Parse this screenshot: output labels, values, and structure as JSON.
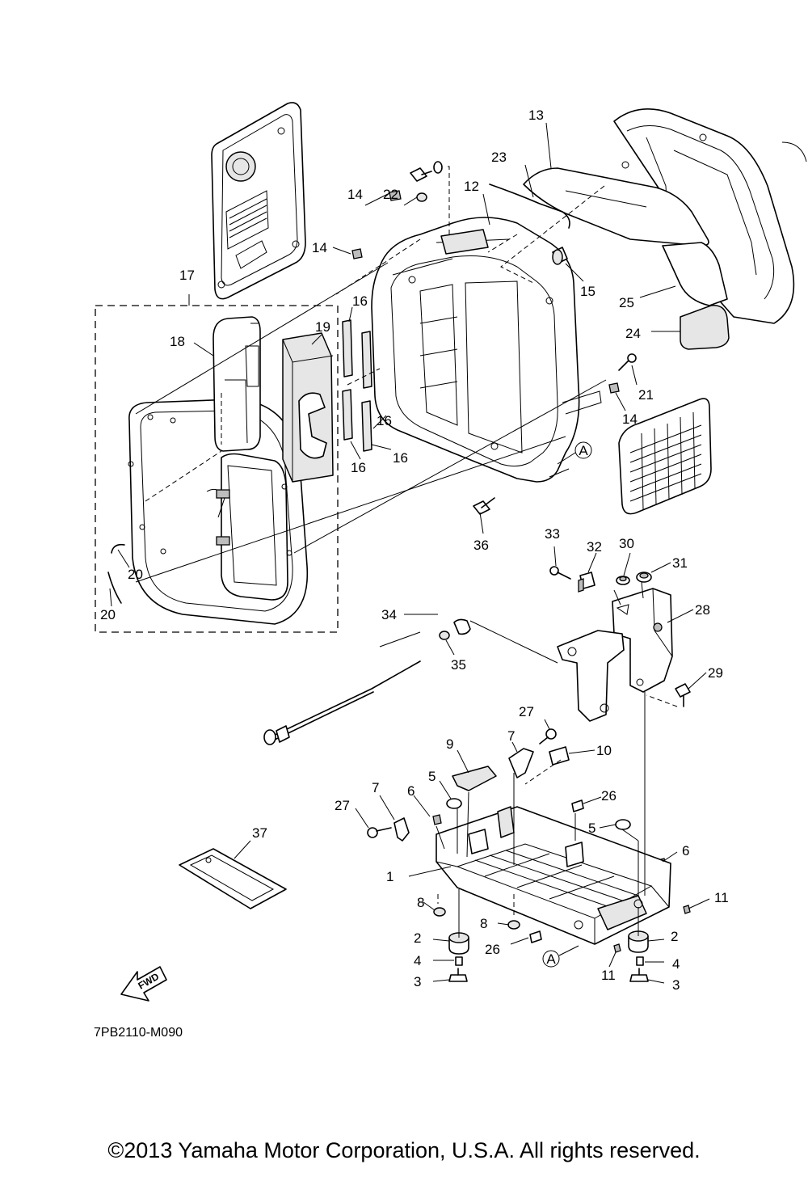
{
  "callouts": {
    "c1": "1",
    "c2a": "2",
    "c2b": "2",
    "c3a": "3",
    "c3b": "3",
    "c4a": "4",
    "c4b": "4",
    "c5a": "5",
    "c5b": "5",
    "c6a": "6",
    "c6b": "6",
    "c7a": "7",
    "c7b": "7",
    "c8a": "8",
    "c8b": "8",
    "c9": "9",
    "c10": "10",
    "c11a": "11",
    "c11b": "11",
    "c12": "12",
    "c13": "13",
    "c14a": "14",
    "c14b": "14",
    "c14c": "14",
    "c15": "15",
    "c16a": "16",
    "c16b": "16",
    "c16c": "16",
    "c16d": "16",
    "c17": "17",
    "c18": "18",
    "c19": "19",
    "c20a": "20",
    "c20b": "20",
    "c21": "21",
    "c22": "22",
    "c23": "23",
    "c24": "24",
    "c25": "25",
    "c26a": "26",
    "c26b": "26",
    "c27a": "27",
    "c27b": "27",
    "c28": "28",
    "c29": "29",
    "c30": "30",
    "c31": "31",
    "c32": "32",
    "c33": "33",
    "c34": "34",
    "c35": "35",
    "c36": "36",
    "c37": "37"
  },
  "reference_marks": {
    "a1": "A",
    "a2": "A"
  },
  "fwd_arrow_label": "FWD",
  "diagram_code": "7PB2110-M090",
  "copyright": "©2013 Yamaha Motor Corporation, U.S.A. All rights reserved."
}
